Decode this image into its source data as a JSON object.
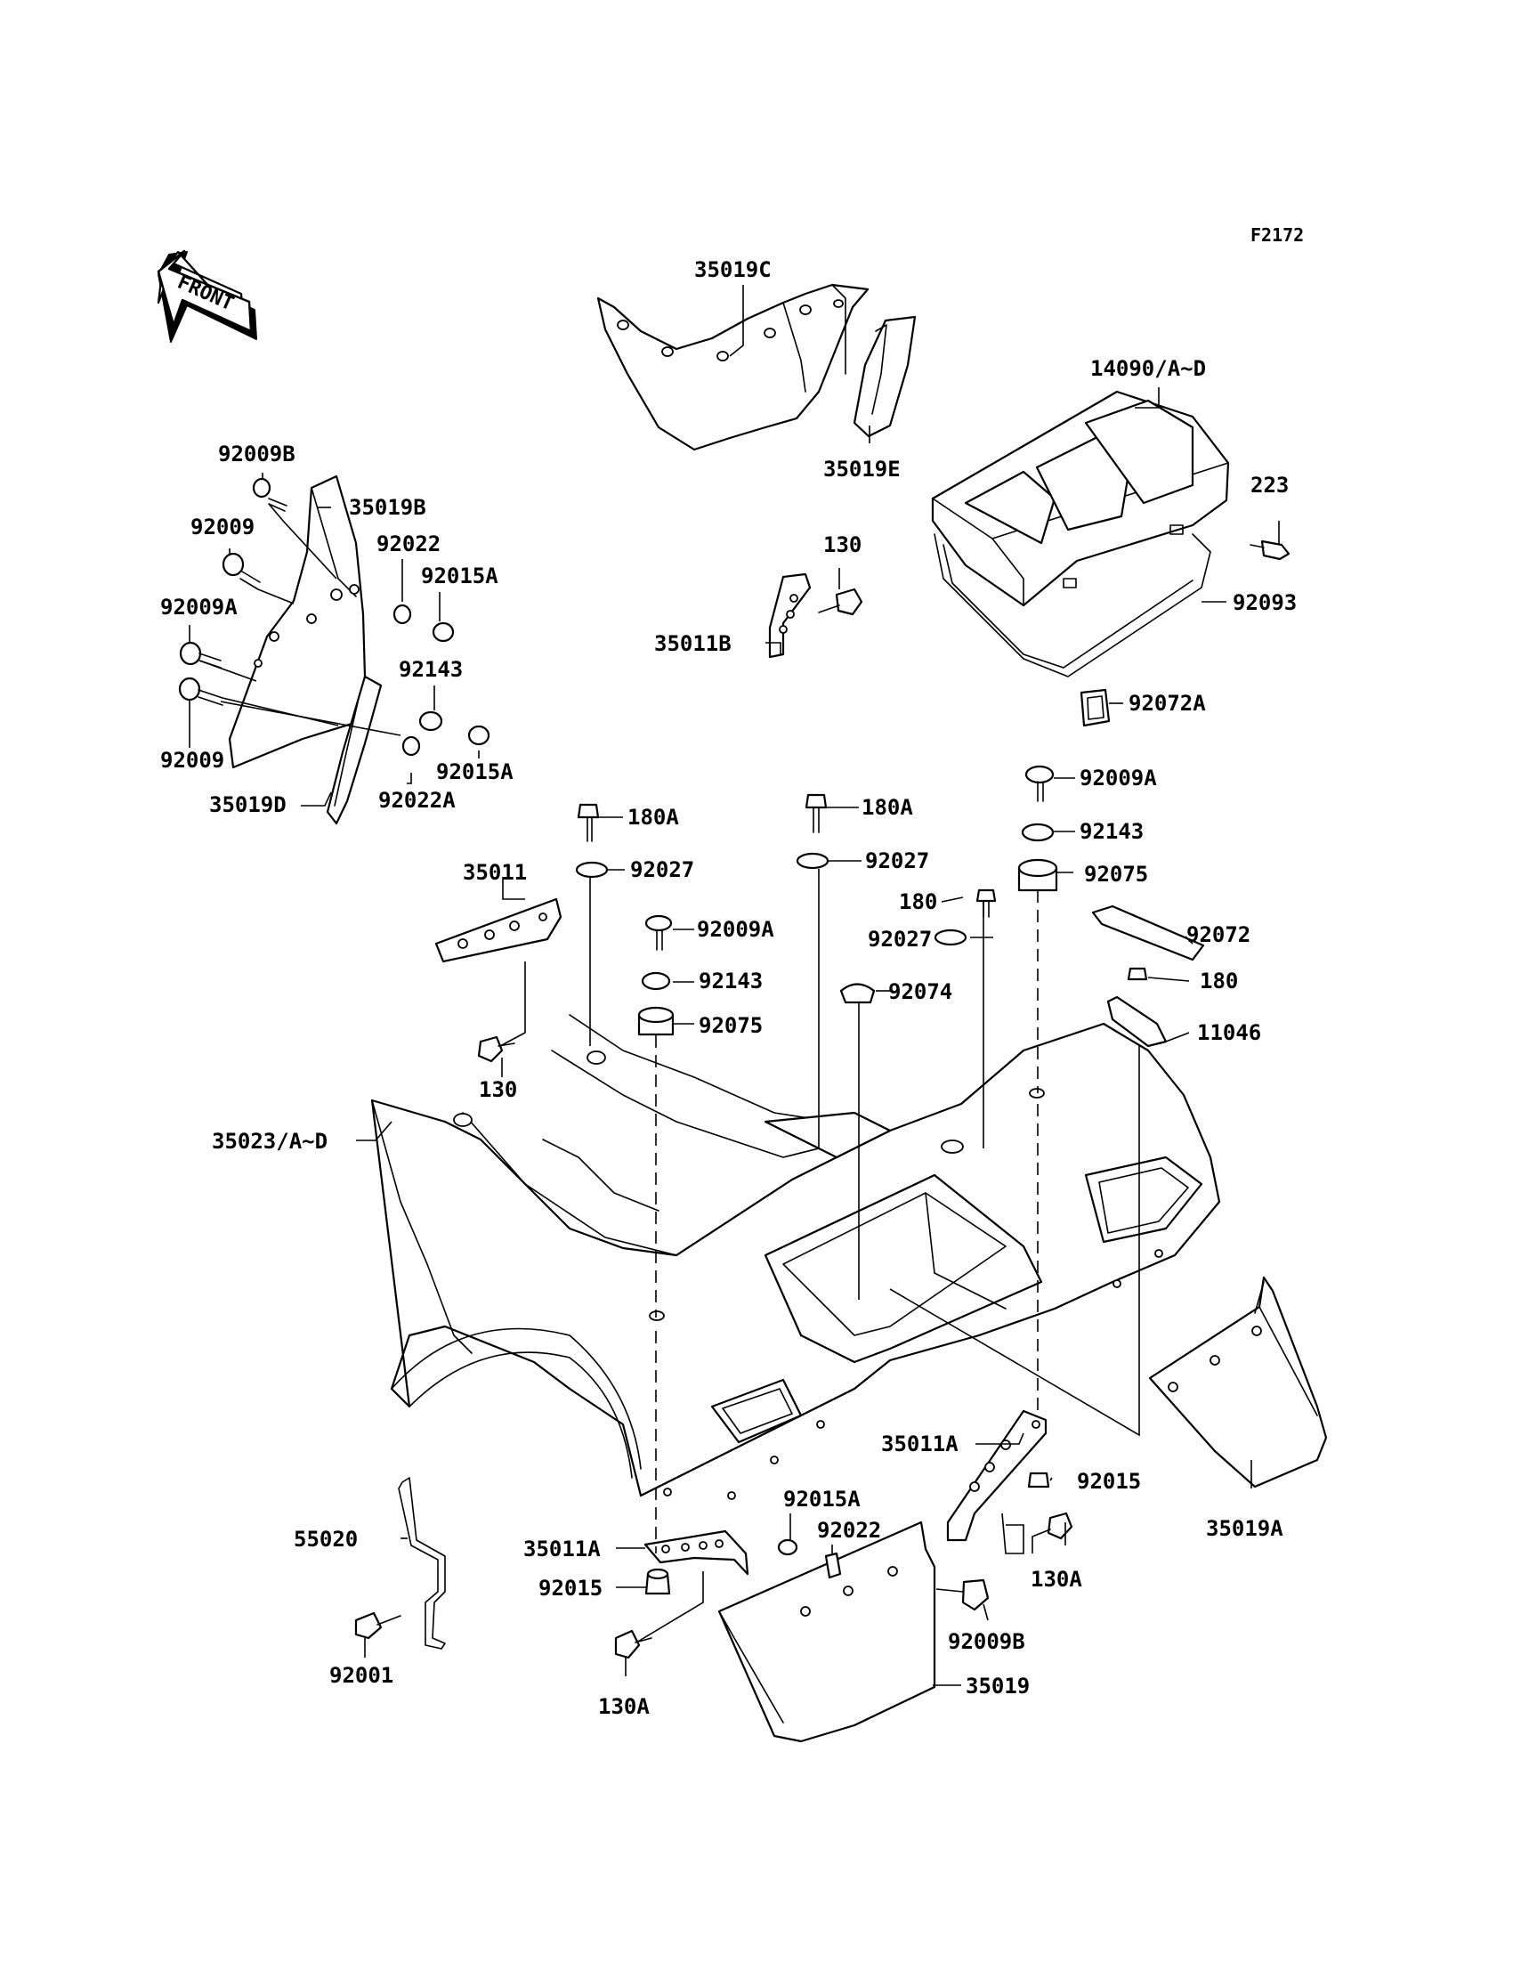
{
  "drawing_code": "F2172",
  "front_arrow": {
    "text": "FRONT",
    "icon": "front-direction-arrow-icon"
  },
  "callouts": [
    {
      "id": "c1",
      "text": "35019C"
    },
    {
      "id": "c2",
      "text": "35019E"
    },
    {
      "id": "c3",
      "text": "14090/A~D"
    },
    {
      "id": "c4",
      "text": "223"
    },
    {
      "id": "c5",
      "text": "92093"
    },
    {
      "id": "c6",
      "text": "92072A"
    },
    {
      "id": "c7",
      "text": "130"
    },
    {
      "id": "c8",
      "text": "35011B"
    },
    {
      "id": "c9",
      "text": "92009B"
    },
    {
      "id": "c10",
      "text": "35019B"
    },
    {
      "id": "c11",
      "text": "92009"
    },
    {
      "id": "c12",
      "text": "92022"
    },
    {
      "id": "c13",
      "text": "92015A"
    },
    {
      "id": "c14",
      "text": "92009A"
    },
    {
      "id": "c15",
      "text": "92143"
    },
    {
      "id": "c16",
      "text": "92009"
    },
    {
      "id": "c17",
      "text": "92015A"
    },
    {
      "id": "c18",
      "text": "35019D"
    },
    {
      "id": "c19",
      "text": "92022A"
    },
    {
      "id": "c20",
      "text": "180A"
    },
    {
      "id": "c21",
      "text": "180A"
    },
    {
      "id": "c22",
      "text": "92009A"
    },
    {
      "id": "c23",
      "text": "92143"
    },
    {
      "id": "c24",
      "text": "92027"
    },
    {
      "id": "c25",
      "text": "92027"
    },
    {
      "id": "c26",
      "text": "92075"
    },
    {
      "id": "c27",
      "text": "35011"
    },
    {
      "id": "c28",
      "text": "180"
    },
    {
      "id": "c29",
      "text": "92009A"
    },
    {
      "id": "c30",
      "text": "92027"
    },
    {
      "id": "c31",
      "text": "92072"
    },
    {
      "id": "c32",
      "text": "92143"
    },
    {
      "id": "c33",
      "text": "92074"
    },
    {
      "id": "c34",
      "text": "180"
    },
    {
      "id": "c35",
      "text": "92075"
    },
    {
      "id": "c36",
      "text": "11046"
    },
    {
      "id": "c37",
      "text": "130"
    },
    {
      "id": "c38",
      "text": "35023/A~D"
    },
    {
      "id": "c39",
      "text": "35011A"
    },
    {
      "id": "c40",
      "text": "92015"
    },
    {
      "id": "c41",
      "text": "35019A"
    },
    {
      "id": "c42",
      "text": "92015A"
    },
    {
      "id": "c43",
      "text": "92022"
    },
    {
      "id": "c44",
      "text": "130A"
    },
    {
      "id": "c45",
      "text": "55020"
    },
    {
      "id": "c46",
      "text": "35011A"
    },
    {
      "id": "c47",
      "text": "92015"
    },
    {
      "id": "c48",
      "text": "92009B"
    },
    {
      "id": "c49",
      "text": "92001"
    },
    {
      "id": "c50",
      "text": "130A"
    },
    {
      "id": "c51",
      "text": "35019"
    }
  ]
}
